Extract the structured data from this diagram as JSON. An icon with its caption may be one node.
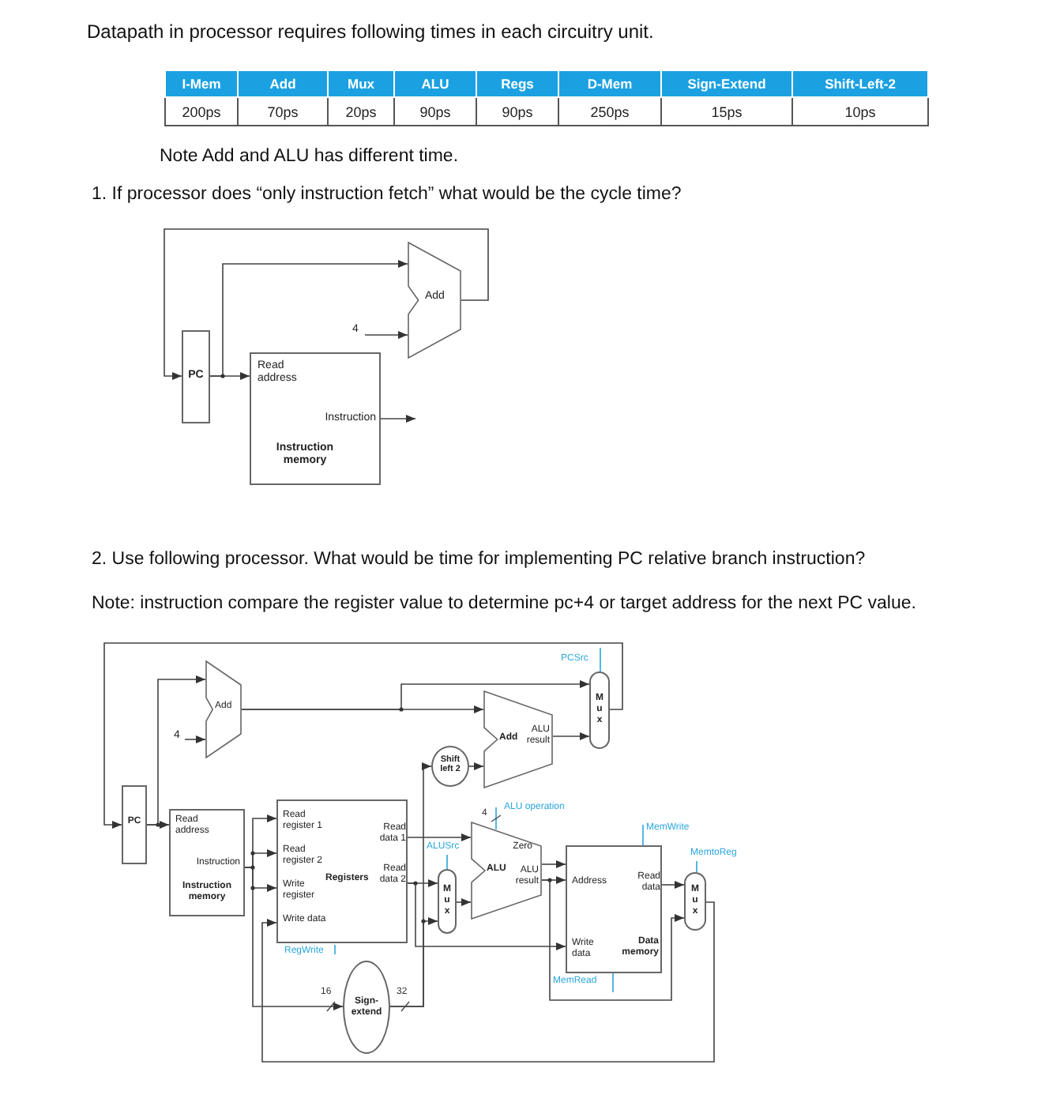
{
  "diagram": {
    "nodes": [
      {
        "text": [
          "PC"
        ]
      },
      {
        "text": [
          "Add"
        ]
      },
      {
        "text": [
          "Read address",
          "Instruction",
          "Instruction memory"
        ]
      },
      {
        "text": [
          "4"
        ]
      },
      {
        "text": [
          "PC"
        ]
      },
      {
        "text": [
          "Add"
        ]
      },
      {
        "text": [
          "4"
        ]
      },
      {
        "text": [
          "Read address",
          "Instruction",
          "Instruction memory"
        ]
      },
      {
        "text": [
          "Read register 1",
          "Read register 2",
          "Write register",
          "Write data",
          "Registers",
          "Read data 1",
          "Read data 2"
        ],
        "beside": [
          "RegWrite"
        ]
      },
      {
        "text": [
          "Sign- extend"
        ],
        "beside": [
          "16",
          "32"
        ]
      },
      {
        "text": [
          "Shift left 2"
        ]
      },
      {
        "text": [
          "Add",
          "ALU result"
        ]
      },
      {
        "text": [
          "M u x"
        ],
        "beside": [
          "PCSrc"
        ]
      },
      {
        "text": [
          "M u x"
        ],
        "beside": [
          "ALUSrc"
        ]
      },
      {
        "text": [
          "ALU",
          "Zero",
          "ALU result"
        ],
        "beside": [
          "4",
          "ALU operation"
        ]
      },
      {
        "text": [
          "Address",
          "Read data",
          "Write data",
          "Data memory"
        ],
        "beside": [
          "MemWrite",
          "MemRead"
        ]
      },
      {
        "text": [
          "M u x"
        ],
        "beside": [
          "MemtoReg"
        ]
      }
    ],
    "edges": [
      {
        "from": 0,
        "to": 2,
        "arrow": "to"
      },
      {
        "from": 0,
        "to": 1,
        "arrow": "to"
      },
      {
        "from": 3,
        "to": 1,
        "arrow": "to"
      },
      {
        "from": 1,
        "to": 0,
        "arrow": "to"
      },
      {
        "from": 2,
        "to": null,
        "arrow": "to"
      },
      {
        "from": 4,
        "to": 7,
        "arrow": "to"
      },
      {
        "from": 4,
        "to": 5,
        "arrow": "to"
      },
      {
        "from": 6,
        "to": 5,
        "arrow": "to"
      },
      {
        "from": 5,
        "to": 12,
        "arrow": "to"
      },
      {
        "from": 5,
        "to": 11,
        "arrow": "to"
      },
      {
        "from": 10,
        "to": 11,
        "arrow": "to"
      },
      {
        "from": 11,
        "to": 12,
        "arrow": "to"
      },
      {
        "from": 12,
        "to": 4,
        "arrow": "to"
      },
      {
        "from": 7,
        "to": 8,
        "arrow": "to"
      },
      {
        "from": 7,
        "to": 8,
        "arrow": "to"
      },
      {
        "from": 7,
        "to": 8,
        "arrow": "to"
      },
      {
        "from": 7,
        "to": 9,
        "arrow": "to"
      },
      {
        "from": 9,
        "to": 10,
        "arrow": "to"
      },
      {
        "from": 9,
        "to": 13,
        "arrow": "to"
      },
      {
        "from": 8,
        "to": 14,
        "arrow": "to"
      },
      {
        "from": 8,
        "to": 13,
        "arrow": "to"
      },
      {
        "from": 8,
        "to": 15,
        "arrow": "to"
      },
      {
        "from": 13,
        "to": 14,
        "arrow": "to"
      },
      {
        "from": 14,
        "to": 15,
        "arrow": "to"
      },
      {
        "from": 14,
        "to": 15,
        "arrow": "to"
      },
      {
        "from": 14,
        "to": 16,
        "arrow": "to"
      },
      {
        "from": 15,
        "to": 16,
        "arrow": "to"
      },
      {
        "from": 16,
        "to": 8,
        "arrow": "to"
      }
    ],
    "labels": [
      "Datapath in processor requires following times in each circuitry unit.",
      "I-Mem",
      "Add",
      "Mux",
      "ALU",
      "Regs",
      "D-Mem",
      "Sign-Extend",
      "Shift-Left-2",
      "200ps",
      "70ps",
      "20ps",
      "90ps",
      "90ps",
      "250ps",
      "15ps",
      "10ps",
      "Note Add and ALU has different time.",
      "1. If processor does “only instruction fetch” what would be the cycle time?",
      "2. Use following processor. What would be time for implementing PC relative branch instruction?",
      "Note: instruction compare the register value to determine pc+4 or target address for the next PC value."
    ]
  }
}
